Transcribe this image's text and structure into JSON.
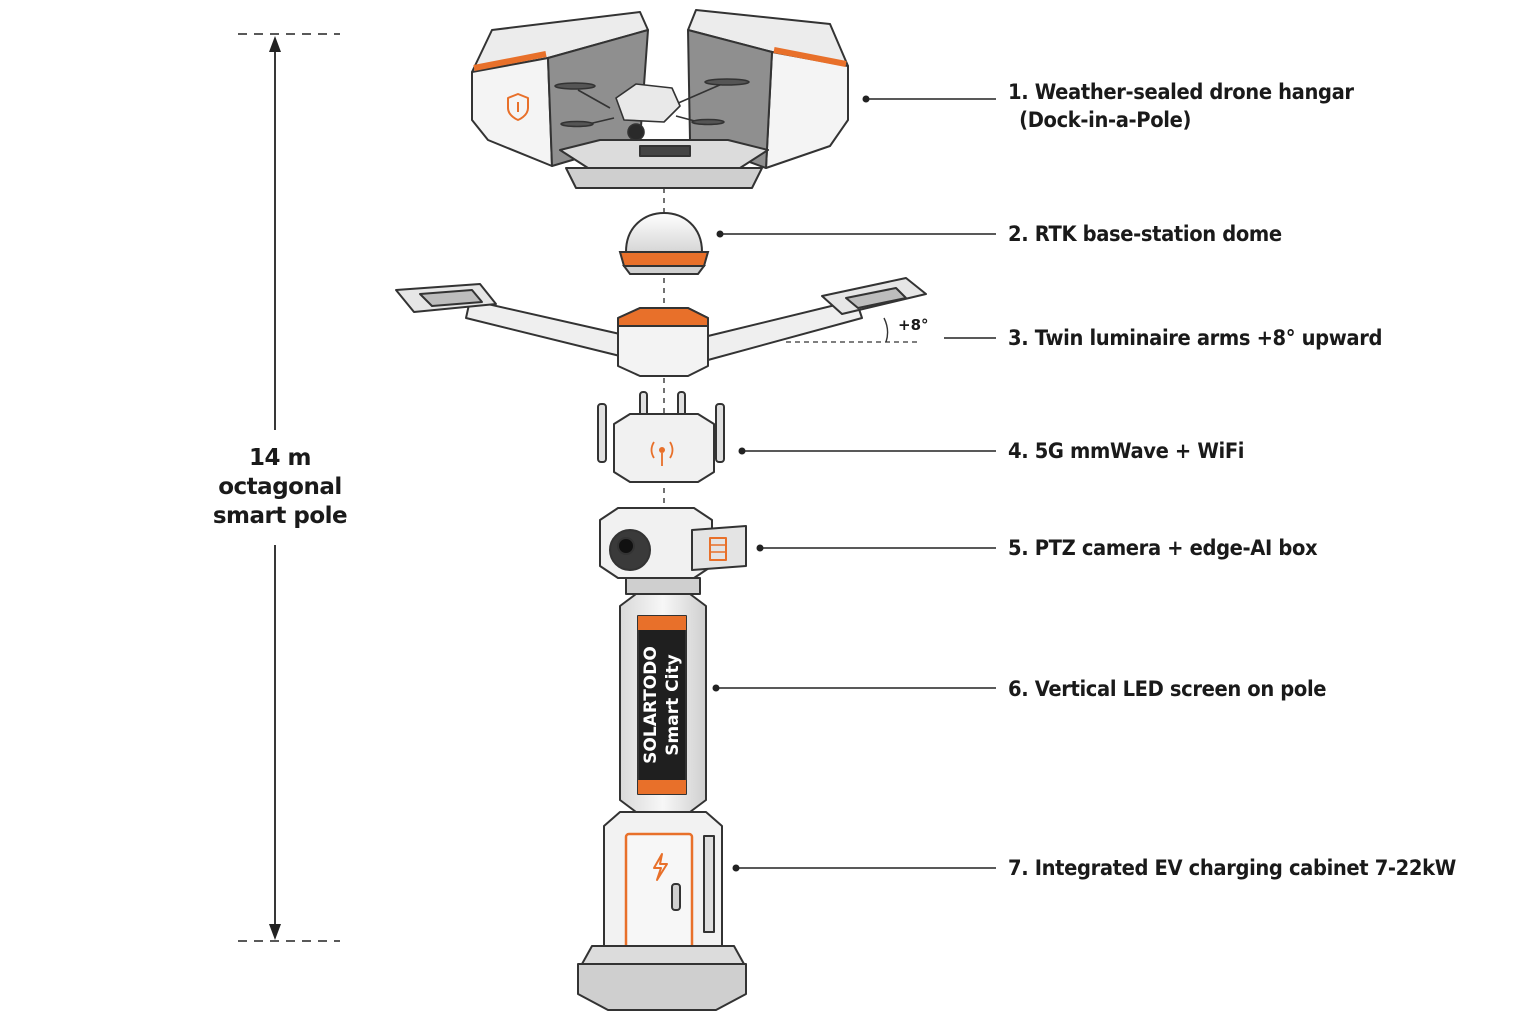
{
  "diagram": {
    "height_label": [
      "14 m",
      "octagonal",
      "smart pole"
    ],
    "arm_angle_label": "+8°",
    "screen_text": [
      "SOLARTODO",
      "Smart City"
    ],
    "colors": {
      "accent": "#e8702a",
      "body": "#f1f1f1",
      "panel": "#dcdcdc",
      "outline": "#333333",
      "screen": "#1f1f1f"
    },
    "icons": {
      "hangar": "shield-plug-icon",
      "antenna": "antenna-signal-icon",
      "cabinet": "lightning-bolt-icon",
      "edge_ai": "circuit-chip-icon"
    },
    "callouts": [
      {
        "number": "1.",
        "lines": [
          "Weather-sealed drone hangar",
          "(Dock-in-a-Pole)"
        ]
      },
      {
        "number": "2.",
        "lines": [
          "RTK base-station dome"
        ]
      },
      {
        "number": "3.",
        "lines": [
          "Twin luminaire arms +8° upward"
        ]
      },
      {
        "number": "4.",
        "lines": [
          "5G mmWave + WiFi"
        ]
      },
      {
        "number": "5.",
        "lines": [
          "PTZ camera + edge-AI box"
        ]
      },
      {
        "number": "6.",
        "lines": [
          "Vertical LED screen on pole"
        ]
      },
      {
        "number": "7.",
        "lines": [
          "Integrated EV charging cabinet 7-22kW"
        ]
      }
    ]
  }
}
